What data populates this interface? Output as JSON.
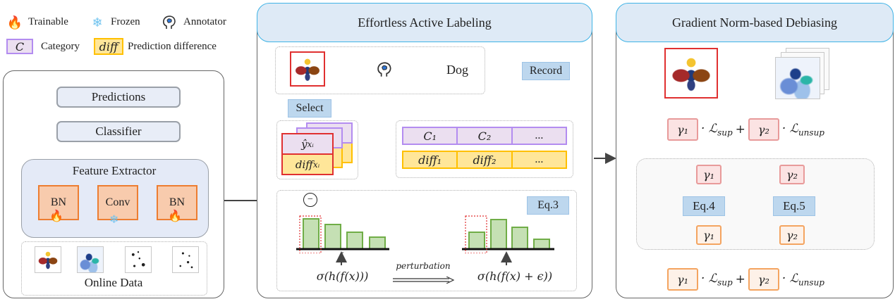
{
  "legend": {
    "trainable": {
      "icon": "flame-icon",
      "label": "Trainable"
    },
    "frozen": {
      "icon": "snowflake-icon",
      "label": "Frozen"
    },
    "annotator": {
      "icon": "head-brain-icon",
      "label": "Annotator"
    },
    "category": {
      "swatch": "C",
      "label": "Category"
    },
    "prediction_difference": {
      "swatch": "diff",
      "label": "Prediction difference"
    }
  },
  "model": {
    "predictions": "Predictions",
    "classifier": "Classifier",
    "feature_extractor": "Feature Extractor",
    "layers": [
      {
        "label": "BN",
        "state": "trainable"
      },
      {
        "label": "Conv",
        "state": "frozen"
      },
      {
        "label": "BN",
        "state": "trainable"
      }
    ],
    "online_data": {
      "label": "Online Data",
      "samples": [
        "dog-painting",
        "horse-painting",
        "sketch-1",
        "sketch-2"
      ]
    }
  },
  "active_labeling": {
    "title": "Effortless Active Labeling",
    "annotation_result": "Dog",
    "record": "Record",
    "select": "Select",
    "sample_pred": "ŷ",
    "sample_pred_sub": "xᵢ",
    "sample_diff": "diff",
    "sample_diff_sub": "xᵢ",
    "table": {
      "categories": [
        "C₁",
        "C₂",
        "..."
      ],
      "diffs": [
        "diff₁",
        "diff₂",
        "..."
      ]
    },
    "equation_tag": "Eq.3",
    "minus_symbol": "−",
    "formula_left": "σ(h(f(x)))",
    "formula_right": "σ(h(f(x) + ϵ))",
    "perturbation": "perturbation"
  },
  "debiasing": {
    "title": "Gradient Norm-based Debiasing",
    "loss_top": {
      "g1": "γ₁",
      "sup": "· ℒ",
      "sup_sub": "sup",
      "plus": "+",
      "g2": "γ₂",
      "unsup": "· ℒ",
      "unsup_sub": "unsup"
    },
    "gammas_top": [
      "γ₁",
      "γ₂"
    ],
    "equations": [
      "Eq.4",
      "Eq.5"
    ],
    "gammas_bottom": [
      "γ₁",
      "γ₂"
    ],
    "loss_bottom": {
      "g1": "γ₁",
      "sup": "· ℒ",
      "sup_sub": "sup",
      "plus": "+",
      "g2": "γ₂",
      "unsup": "· ℒ",
      "unsup_sub": "unsup"
    }
  },
  "colors": {
    "trainable_box": "#f8cbad",
    "trainable_border": "#ed7d31",
    "category": "#ebdff0",
    "category_border": "#b38cf0",
    "diff": "#ffe699",
    "diff_border": "#ffc000",
    "bars": "#c5e0b4",
    "bars_border": "#70ad47",
    "header": "#deeaf6",
    "header_border": "#3fb3e6"
  }
}
